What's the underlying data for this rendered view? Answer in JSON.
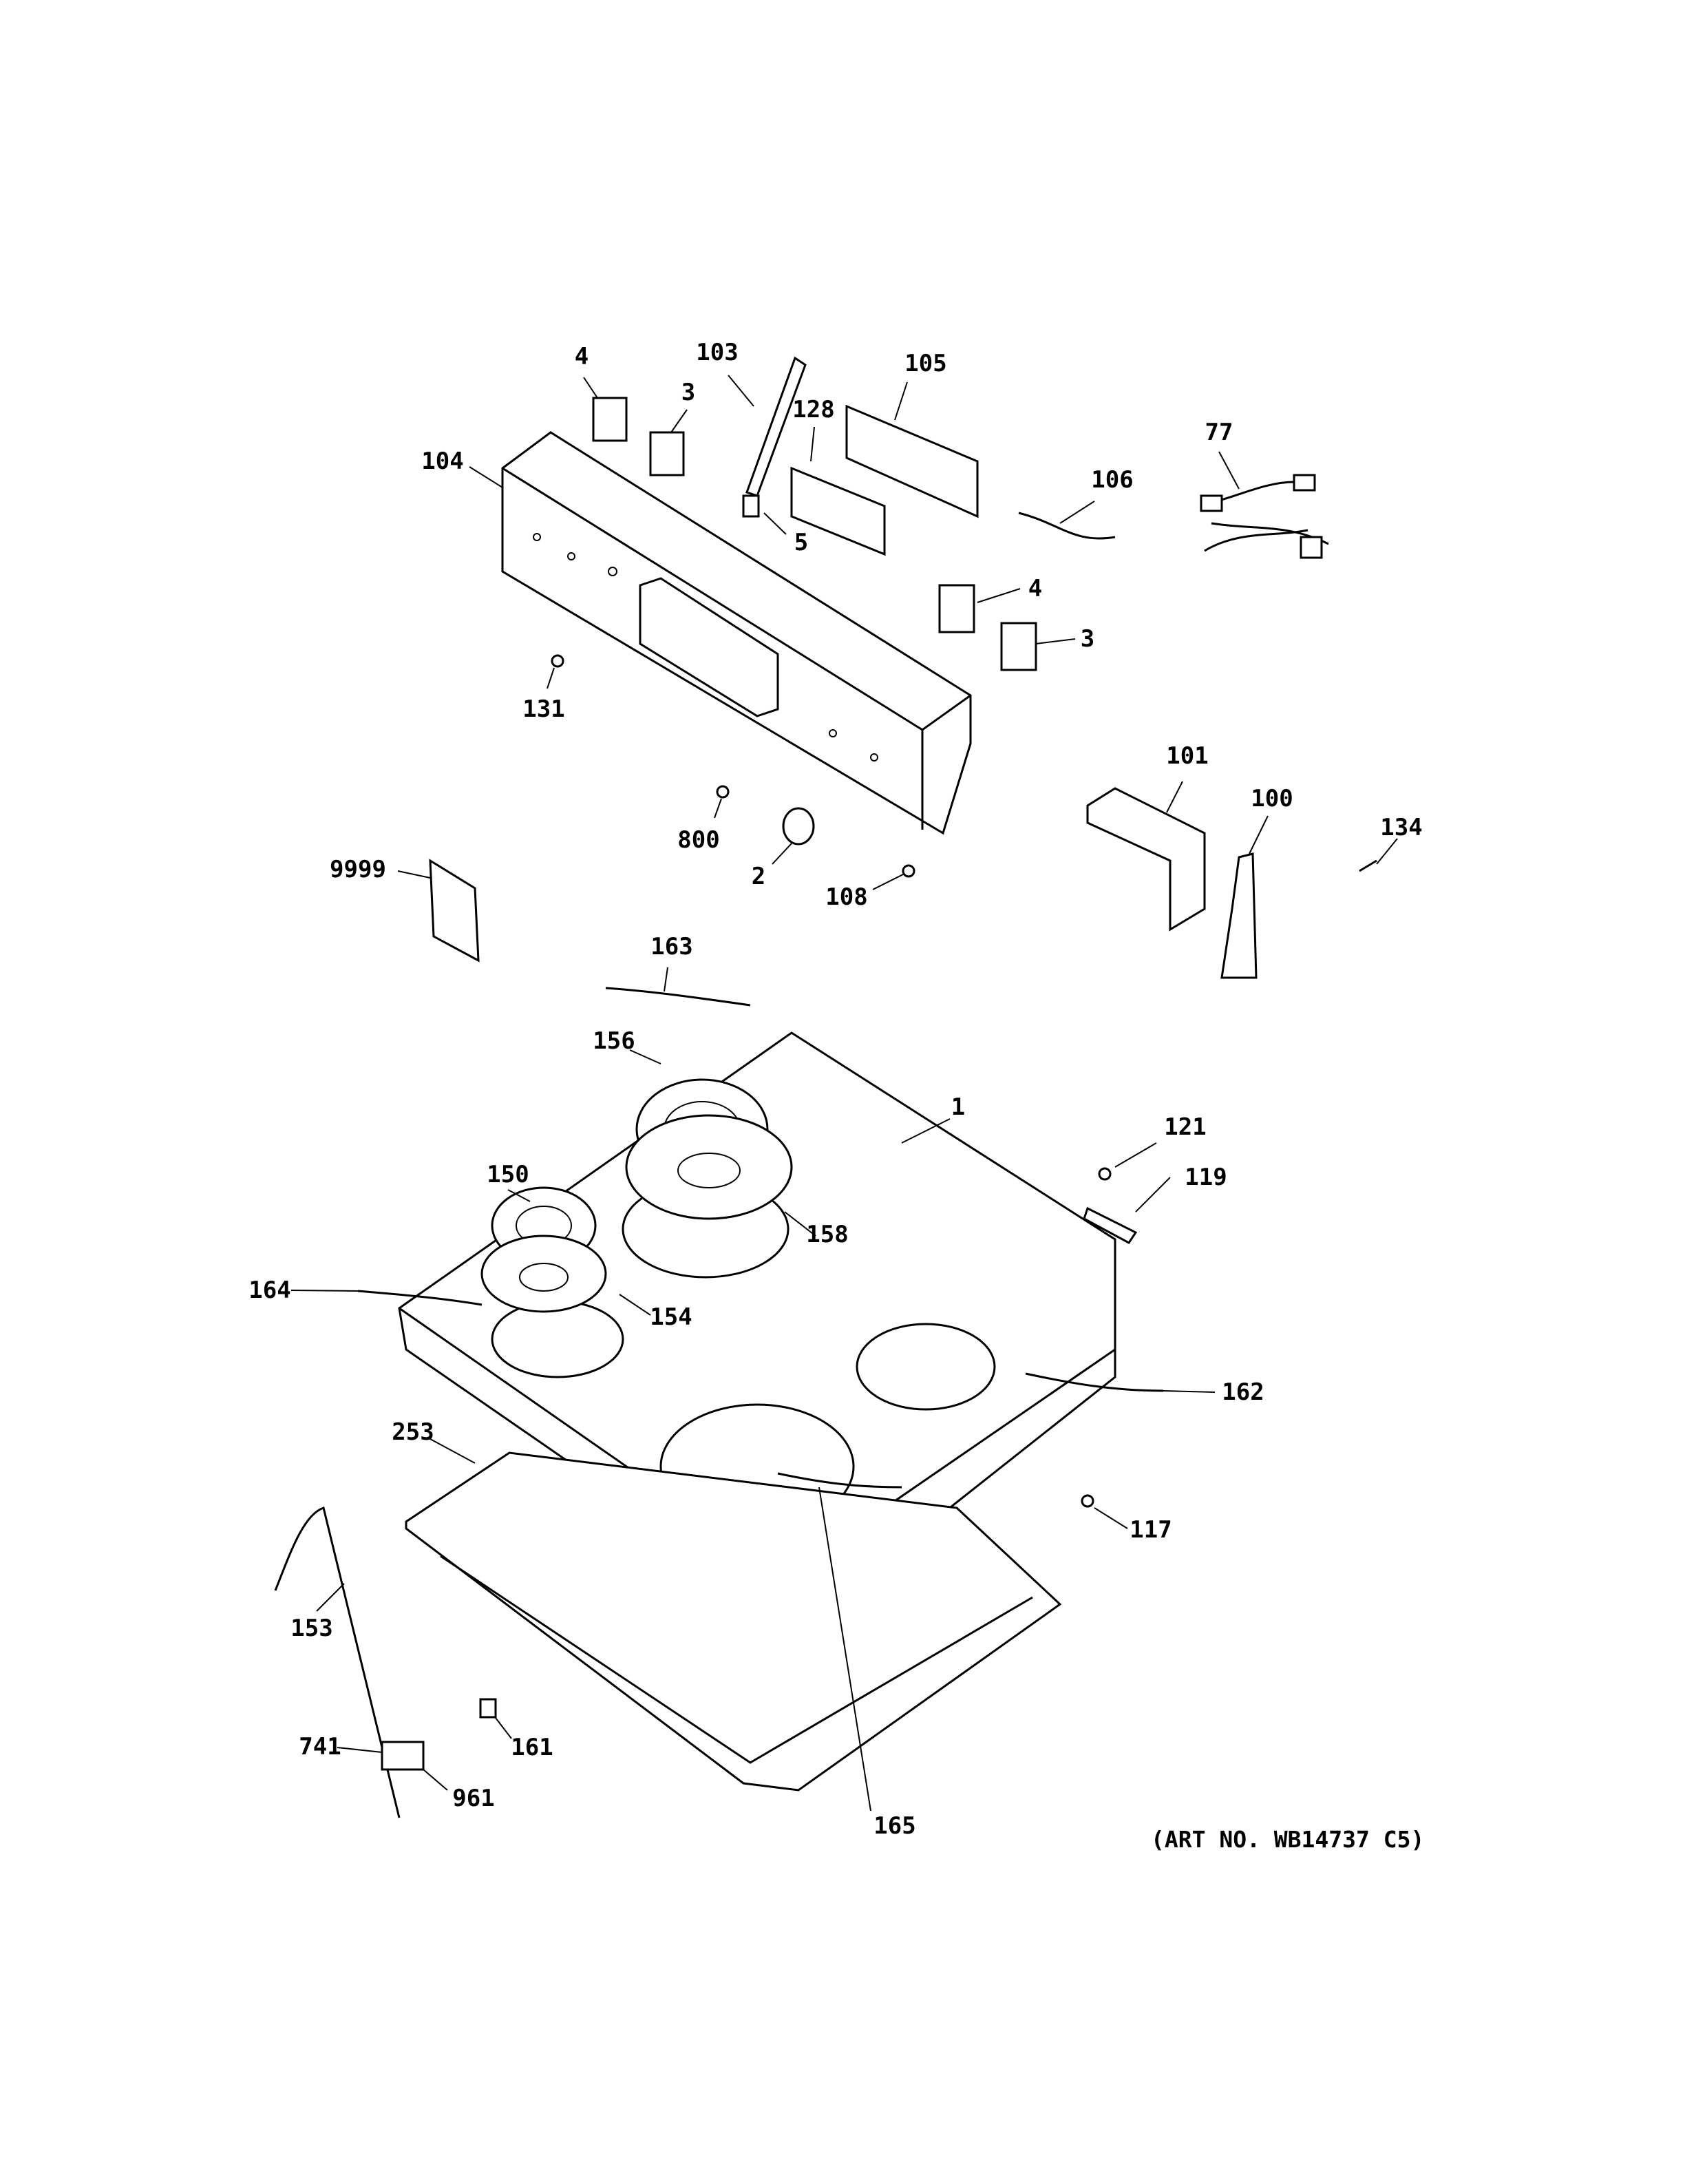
{
  "callouts": [
    {
      "id": "lbl-4a",
      "text": "4"
    },
    {
      "id": "lbl-3a",
      "text": "3"
    },
    {
      "id": "lbl-103",
      "text": "103"
    },
    {
      "id": "lbl-105",
      "text": "105"
    },
    {
      "id": "lbl-128",
      "text": "128"
    },
    {
      "id": "lbl-104",
      "text": "104"
    },
    {
      "id": "lbl-106",
      "text": "106"
    },
    {
      "id": "lbl-77",
      "text": "77"
    },
    {
      "id": "lbl-5",
      "text": "5"
    },
    {
      "id": "lbl-4b",
      "text": "4"
    },
    {
      "id": "lbl-3b",
      "text": "3"
    },
    {
      "id": "lbl-131",
      "text": "131"
    },
    {
      "id": "lbl-101",
      "text": "101"
    },
    {
      "id": "lbl-100",
      "text": "100"
    },
    {
      "id": "lbl-134",
      "text": "134"
    },
    {
      "id": "lbl-800",
      "text": "800"
    },
    {
      "id": "lbl-2",
      "text": "2"
    },
    {
      "id": "lbl-108",
      "text": "108"
    },
    {
      "id": "lbl-9999",
      "text": "9999"
    },
    {
      "id": "lbl-163",
      "text": "163"
    },
    {
      "id": "lbl-156",
      "text": "156"
    },
    {
      "id": "lbl-1",
      "text": "1"
    },
    {
      "id": "lbl-121",
      "text": "121"
    },
    {
      "id": "lbl-119",
      "text": "119"
    },
    {
      "id": "lbl-150",
      "text": "150"
    },
    {
      "id": "lbl-158",
      "text": "158"
    },
    {
      "id": "lbl-164",
      "text": "164"
    },
    {
      "id": "lbl-154",
      "text": "154"
    },
    {
      "id": "lbl-162",
      "text": "162"
    },
    {
      "id": "lbl-253",
      "text": "253"
    },
    {
      "id": "lbl-117",
      "text": "117"
    },
    {
      "id": "lbl-153",
      "text": "153"
    },
    {
      "id": "lbl-741",
      "text": "741"
    },
    {
      "id": "lbl-161",
      "text": "161"
    },
    {
      "id": "lbl-961",
      "text": "961"
    },
    {
      "id": "lbl-165",
      "text": "165"
    }
  ],
  "art_number": "(ART NO. WB14737 C5)"
}
